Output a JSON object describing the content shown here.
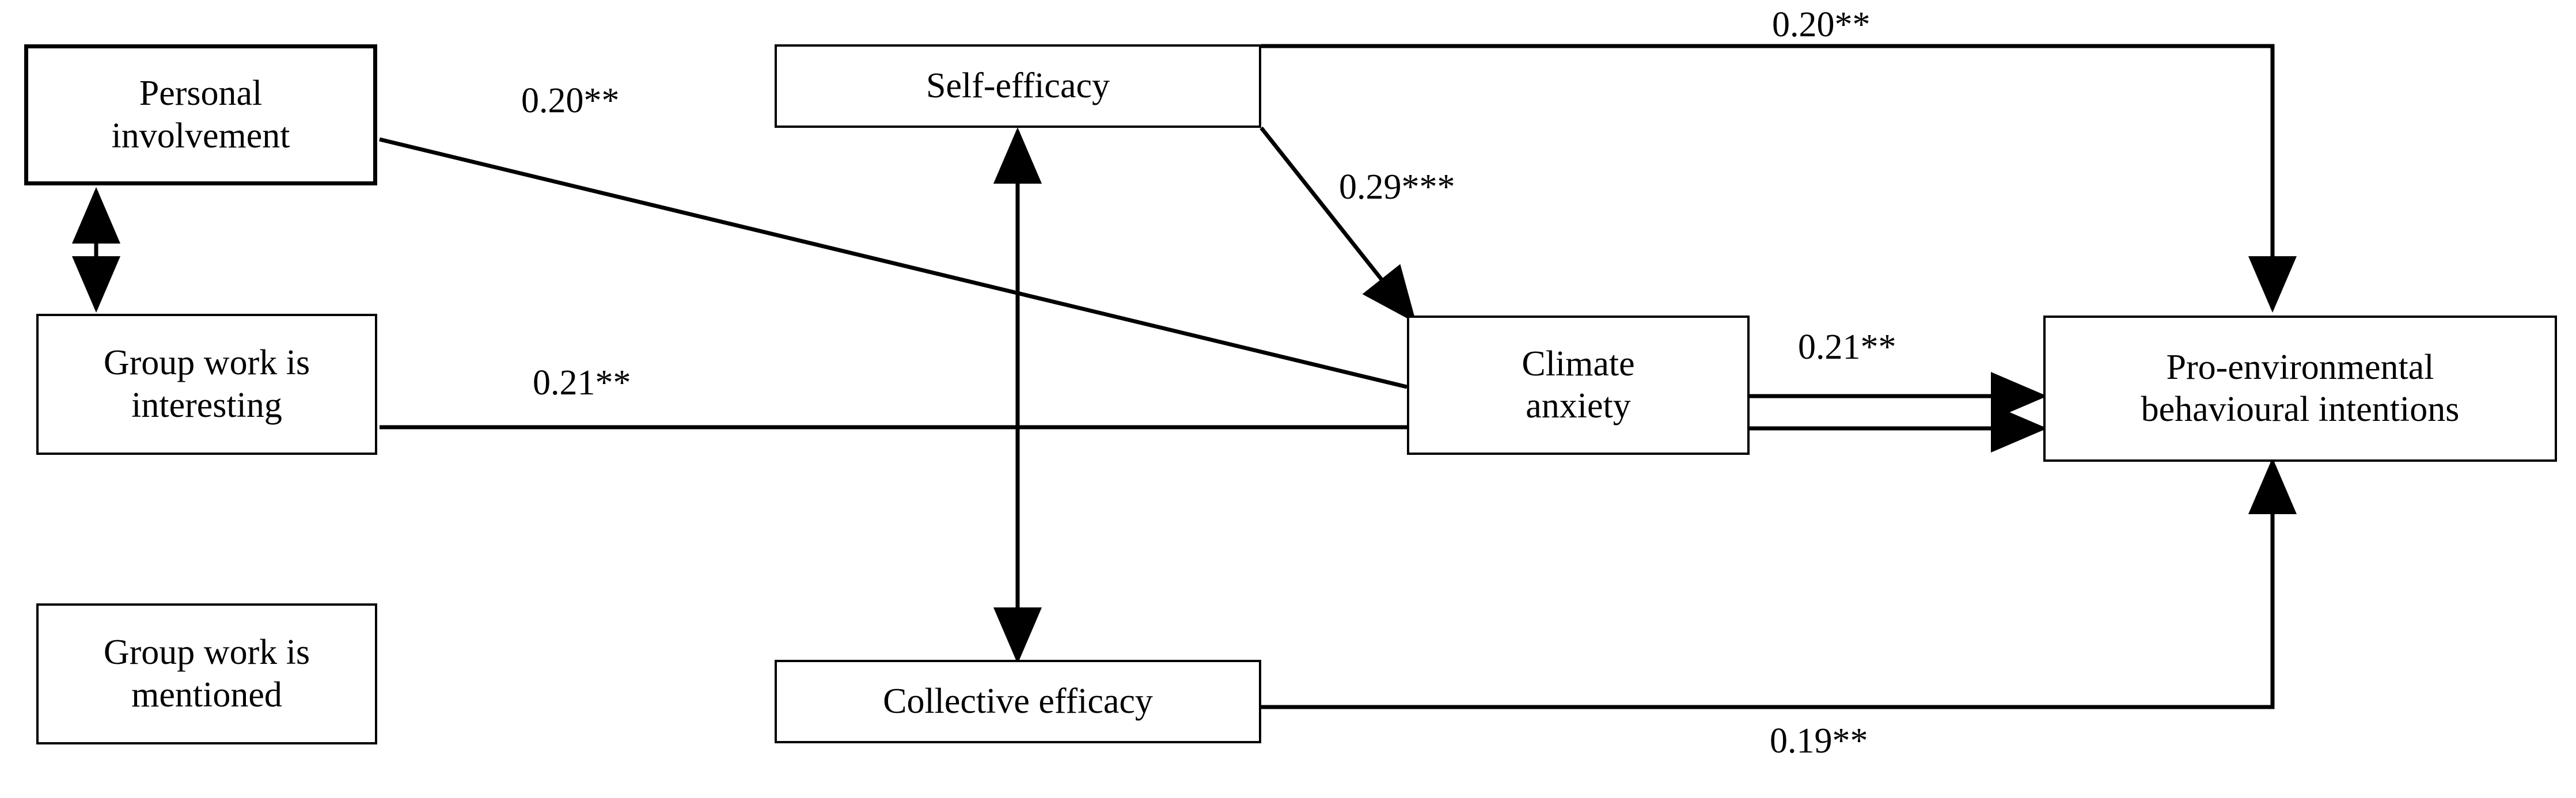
{
  "figure": {
    "type": "path-diagram",
    "background_color": "#ffffff",
    "line_color": "#000000",
    "text_color": "#000000"
  },
  "nodes": [
    {
      "id": "personal_involvement",
      "label": "Personal\ninvolvement"
    },
    {
      "id": "group_work_interesting",
      "label": "Group work is\ninteresting"
    },
    {
      "id": "group_work_mentioned",
      "label": "Group work is\nmentioned"
    },
    {
      "id": "self_efficacy",
      "label": "Self-efficacy"
    },
    {
      "id": "climate_anxiety",
      "label": "Climate\nanxiety"
    },
    {
      "id": "collective_efficacy",
      "label": "Collective efficacy"
    },
    {
      "id": "pro_environmental",
      "label": "Pro-environmental\nbehavioural intentions"
    }
  ],
  "edge_labels": [
    {
      "id": "pi_to_ca",
      "value": "0.20**"
    },
    {
      "id": "se_to_pebi",
      "value": "0.20**"
    },
    {
      "id": "se_to_ca",
      "value": "0.29***"
    },
    {
      "id": "gwi_to_ca",
      "value": "0.21**"
    },
    {
      "id": "ca_to_pebi",
      "value": "0.21**"
    },
    {
      "id": "ce_to_pebi",
      "value": "0.19**"
    }
  ],
  "edges": [
    {
      "from": "personal_involvement",
      "to": "group_work_interesting",
      "coefficient": "",
      "arrow": "double"
    },
    {
      "from": "personal_involvement",
      "to": "climate_anxiety",
      "coefficient": "0.20**",
      "arrow": "none"
    },
    {
      "from": "group_work_interesting",
      "to": "climate_anxiety",
      "coefficient": "0.21**",
      "arrow": "none"
    },
    {
      "from": "self_efficacy",
      "to": "climate_anxiety",
      "coefficient": "0.29***",
      "arrow": "single"
    },
    {
      "from": "self_efficacy",
      "to": "pro_environmental",
      "coefficient": "0.20**",
      "arrow": "single"
    },
    {
      "from": "self_efficacy",
      "to": "collective_efficacy",
      "coefficient": "",
      "arrow": "double"
    },
    {
      "from": "climate_anxiety",
      "to": "pro_environmental",
      "coefficient": "0.21**",
      "arrow": "single"
    },
    {
      "from": "collective_efficacy",
      "to": "pro_environmental",
      "coefficient": "0.19**",
      "arrow": "single"
    }
  ]
}
